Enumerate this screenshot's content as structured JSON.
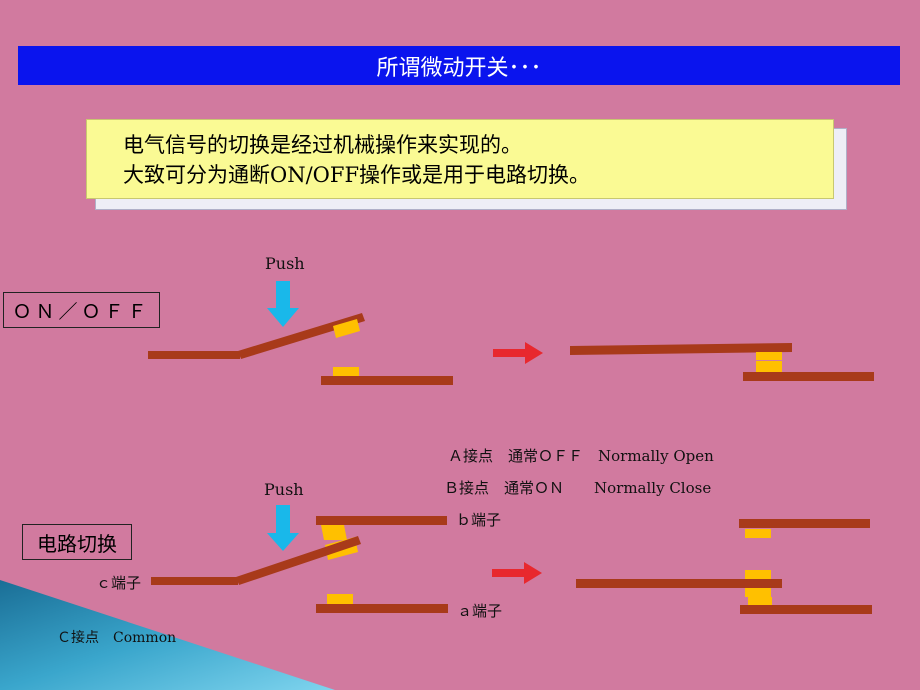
{
  "title": "所谓微动开关･･･",
  "description": {
    "line1": "电气信号的切换是经过机械操作来实现的。",
    "line2": "大致可分为通断ON/OFF操作或是用于电路切换。"
  },
  "section1": {
    "label": "ＯＮ／ＯＦＦ",
    "push": "Push"
  },
  "section2": {
    "label": "电路切换",
    "push": "Push",
    "terminal_b": "ｂ端子",
    "terminal_c": "ｃ端子",
    "terminal_a": "ａ端子"
  },
  "legend": {
    "a_contact": "Ａ接点　通常ＯＦＦ　Normally Open",
    "b_contact": "Ｂ接点　通常ＯＮ　　Normally Close",
    "c_contact": "Ｃ接点　Common"
  },
  "colors": {
    "background": "#d17a9f",
    "title_bar": "#0a14ee",
    "note": "#fafa94",
    "lever": "#a83a1a",
    "contact": "#ffc000",
    "push_arrow": "#19b8ea",
    "result_arrow": "#e8282e"
  }
}
